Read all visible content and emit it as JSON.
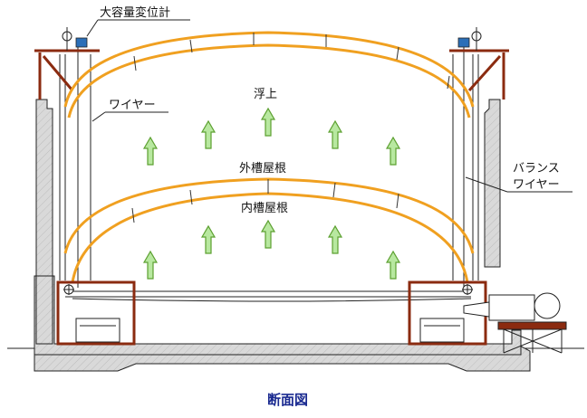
{
  "labels": {
    "meter": "大容量変位計",
    "wire": "ワイヤー",
    "float": "浮上",
    "outer_roof": "外槽屋根",
    "inner_roof": "内槽屋根",
    "balance_wire_line1": "バランス",
    "balance_wire_line2": "ワイヤー"
  },
  "caption": "断面図",
  "colors": {
    "roof": "#f0a020",
    "arrow_fill": "#b8e8a0",
    "arrow_stroke": "#5ca030",
    "concrete": "#d9d9d9",
    "frame": "#8b2b10",
    "caption": "#1a2a90",
    "line": "#222222"
  },
  "icons": [
    "float-arrow-icon",
    "displacement-meter-icon",
    "pulley-icon",
    "blower-icon"
  ]
}
